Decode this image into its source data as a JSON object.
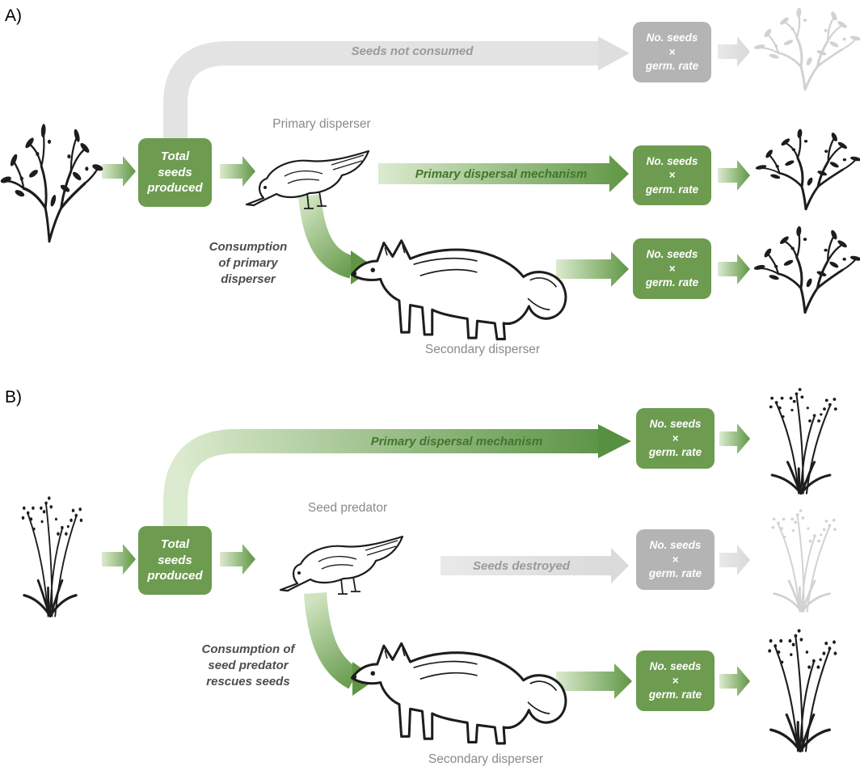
{
  "colors": {
    "green_box": "#6d9c50",
    "gray_box": "#b4b4b4",
    "green_arrow_dark": "#5f9644",
    "green_arrow_light": "#dcebcf",
    "gray_arrow": "#e2e2e2",
    "dark_green_label": "#41762b",
    "gray_flow_label": "#9a9a9a",
    "dark_flow_label": "#4d4d4d",
    "species_label": "#8a8a8a"
  },
  "illustrations": {
    "panel_a_plant": "olive-shrub-illustration",
    "panel_b_plant": "herb-plant-illustration",
    "primary_disperser_animal": "bird-illustration",
    "secondary_disperser_animal": "fox-illustration"
  },
  "panel_a": {
    "label": "A)",
    "total_seeds_box": "Total\nseeds\nproduced",
    "seeds_not_consumed_label": "Seeds not consumed",
    "primary_disperser_label": "Primary disperser",
    "primary_dispersal_label": "Primary dispersal mechanism",
    "consumption_label": "Consumption\nof primary\ndisperser",
    "secondary_disperser_label": "Secondary disperser",
    "result_box_top": "No. seeds\n×\ngerm. rate",
    "result_box_mid": "No. seeds\n×\ngerm. rate",
    "result_box_bottom": "No. seeds\n×\ngerm. rate"
  },
  "panel_b": {
    "label": "B)",
    "total_seeds_box": "Total\nseeds\nproduced",
    "primary_dispersal_label": "Primary dispersal mechanism",
    "seed_predator_label": "Seed predator",
    "seeds_destroyed_label": "Seeds destroyed",
    "consumption_label": "Consumption of\nseed predator\nrescues seeds",
    "secondary_disperser_label": "Secondary disperser",
    "result_box_top": "No. seeds\n×\ngerm. rate",
    "result_box_mid": "No. seeds\n×\ngerm. rate",
    "result_box_bottom": "No. seeds\n×\ngerm. rate"
  }
}
